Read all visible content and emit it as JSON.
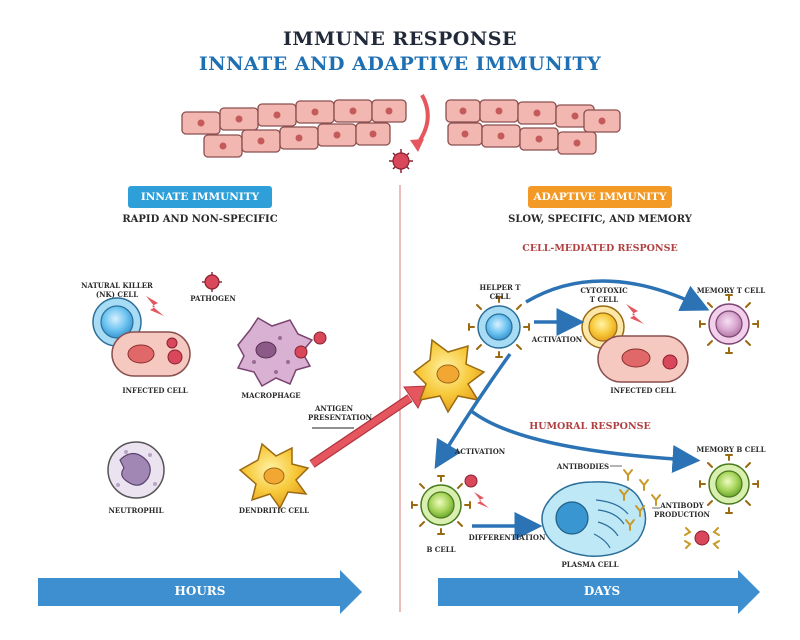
{
  "title": {
    "line1": "IMMUNE RESPONSE",
    "line2": "INNATE AND ADAPTIVE IMMUNITY"
  },
  "innate": {
    "badge": "INNATE IMMUNITY",
    "subtitle": "RAPID AND NON-SPECIFIC",
    "labels": {
      "nk_cell": "NATURAL KILLER (NK) CELL",
      "pathogen": "PATHOGEN",
      "infected_cell": "INFECTED CELL",
      "macrophage": "MACROPHAGE",
      "neutrophil": "NEUTROPHIL",
      "dendritic_cell": "DENDRITIC CELL",
      "antigen_presentation": "ANTIGEN PRESENTATION"
    },
    "timeline": "HOURS"
  },
  "adaptive": {
    "badge": "ADAPTIVE IMMUNITY",
    "subtitle": "SLOW, SPECIFIC, AND MEMORY",
    "cell_mediated": "CELL-MEDIATED RESPONSE",
    "humoral": "HUMORAL RESPONSE",
    "labels": {
      "helper_t": "HELPER T CELL",
      "cytotoxic_t": "CYTOTOXIC T CELL",
      "memory_t": "MEMORY T CELL",
      "activation1": "ACTIVATION",
      "infected_cell": "INFECTED CELL",
      "activation2": "ACTIVATION",
      "memory_b": "MEMORY B CELL",
      "antibodies": "ANTIBODIES",
      "antibody_production": "ANTIBODY PRODUCTION",
      "b_cell": "B CELL",
      "differentiation": "DIFFERENTIATION",
      "plasma_cell": "PLASMA CELL"
    },
    "timeline": "DAYS"
  },
  "colors": {
    "innate_badge": "#2e9fd8",
    "adaptive_badge": "#f29a25",
    "timeline_arrow": "#3d8fd0",
    "activation_arrow": "#2b73b5",
    "antigen_arrow": "#e6565e",
    "divider": "#e09090"
  }
}
